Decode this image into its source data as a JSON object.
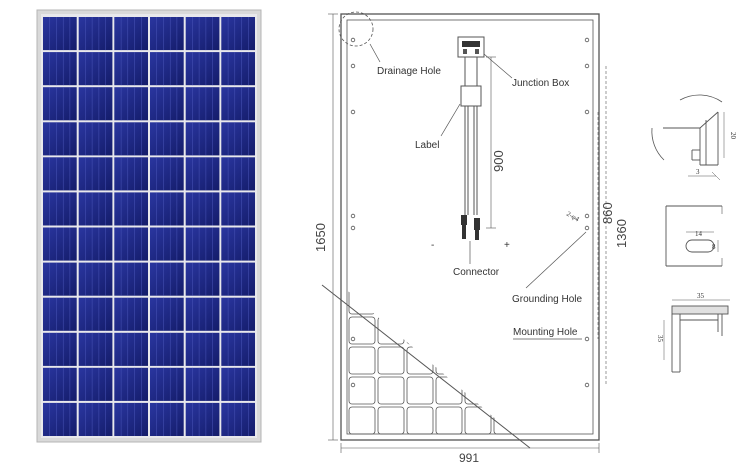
{
  "panel_photo": {
    "cell_rows": 12,
    "cell_cols": 6,
    "cell_color": "#1e2a8a",
    "frame_color": "#c8c8c8"
  },
  "drawing": {
    "labels": {
      "drainage_hole": "Drainage Hole",
      "junction_box": "Junction Box",
      "label": "Label",
      "connector": "Connector",
      "grounding_hole": "Grounding Hole",
      "mounting_hole": "Mounting Hole",
      "minus": "-",
      "plus": "+"
    },
    "dimensions": {
      "height": "1650",
      "width": "991",
      "cable": "900",
      "hole_spacing_860": "860",
      "hole_spacing_1360": "1360",
      "grounding_note": "2-φ4"
    }
  },
  "details": {
    "corner": {
      "dim_a": "20",
      "dim_b": "3"
    },
    "hole": {
      "dim_a": "14",
      "dim_b": "8"
    },
    "profile": {
      "width": "35",
      "height": "35"
    }
  }
}
